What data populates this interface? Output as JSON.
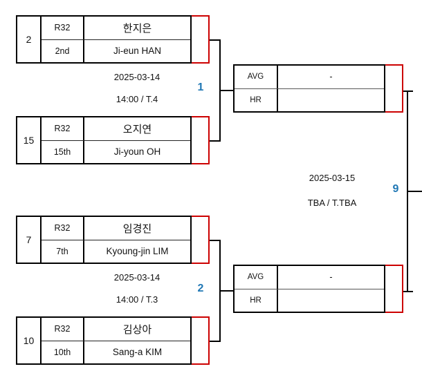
{
  "bracket": {
    "matches": [
      {
        "number": "1",
        "schedule_date": "2025-03-14",
        "schedule_time": "14:00 / T.4",
        "players": [
          {
            "seed": "2",
            "round": "R32",
            "rank": "2nd",
            "name_kr": "한지은",
            "name_en": "Ji-eun HAN"
          },
          {
            "seed": "15",
            "round": "R32",
            "rank": "15th",
            "name_kr": "오지연",
            "name_en": "Ji-youn OH"
          }
        ]
      },
      {
        "number": "2",
        "schedule_date": "2025-03-14",
        "schedule_time": "14:00 / T.3",
        "players": [
          {
            "seed": "7",
            "round": "R32",
            "rank": "7th",
            "name_kr": "임경진",
            "name_en": "Kyoung-jin LIM"
          },
          {
            "seed": "10",
            "round": "R32",
            "rank": "10th",
            "name_kr": "김상아",
            "name_en": "Sang-a KIM"
          }
        ]
      }
    ],
    "stat_cards": [
      {
        "avg_label": "AVG",
        "avg_value": "-",
        "hr_label": "HR",
        "hr_value": ""
      },
      {
        "avg_label": "AVG",
        "avg_value": "-",
        "hr_label": "HR",
        "hr_value": ""
      }
    ],
    "final": {
      "number": "9",
      "schedule_date": "2025-03-15",
      "schedule_time": "TBA / T.TBA"
    },
    "colors": {
      "result_border": "#cc0000",
      "match_number": "#1f77b4",
      "line": "#000000",
      "box_border": "#000000"
    }
  }
}
